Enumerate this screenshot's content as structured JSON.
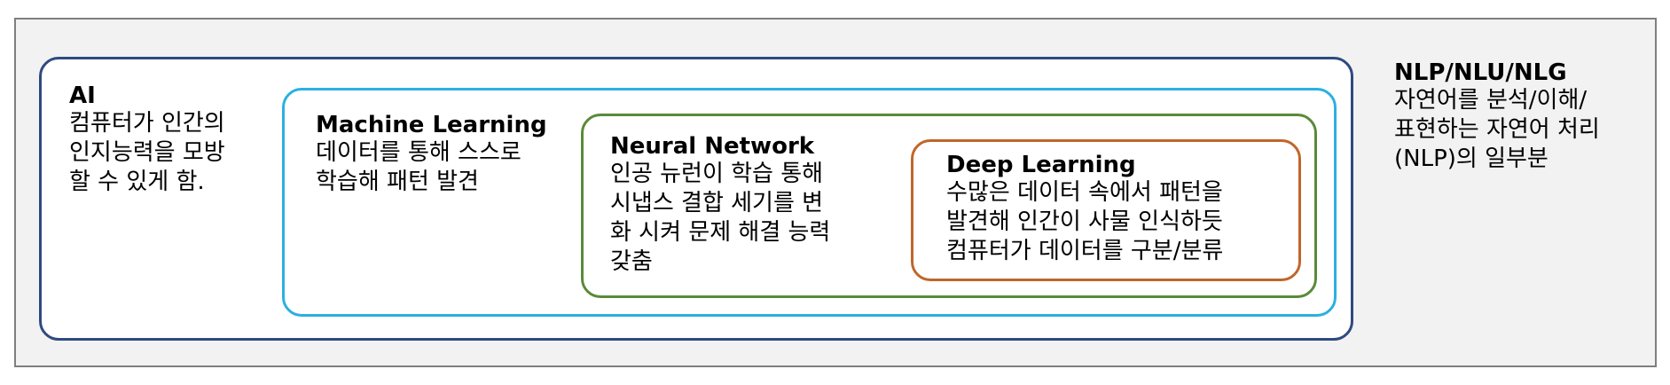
{
  "colors": {
    "ai_border": "#2f4a80",
    "ml_border": "#2bb0e0",
    "nn_border": "#5a8a3a",
    "dl_border": "#c0662a"
  },
  "diagram": {
    "ai": {
      "title": "AI",
      "lines": [
        "컴퓨터가 인간의",
        "인지능력을 모방",
        "할 수 있게 함."
      ]
    },
    "ml": {
      "title": "Machine Learning",
      "lines": [
        "데이터를 통해 스스로",
        "학습해 패턴 발견"
      ]
    },
    "nn": {
      "title": "Neural Network",
      "lines": [
        "인공 뉴런이 학습 통해",
        "시냅스 결합 세기를 변",
        "화 시켜 문제 해결 능력",
        "갖춤"
      ]
    },
    "dl": {
      "title": "Deep Learning",
      "lines": [
        "수많은 데이터 속에서 패턴을",
        "발견해 인간이 사물 인식하듯",
        "컴퓨터가 데이터를 구분/분류"
      ]
    },
    "nlp": {
      "title": "NLP/NLU/NLG",
      "lines": [
        "자연어를 분석/이해/",
        "표현하는 자연어 처리",
        "(NLP)의 일부분"
      ]
    }
  }
}
